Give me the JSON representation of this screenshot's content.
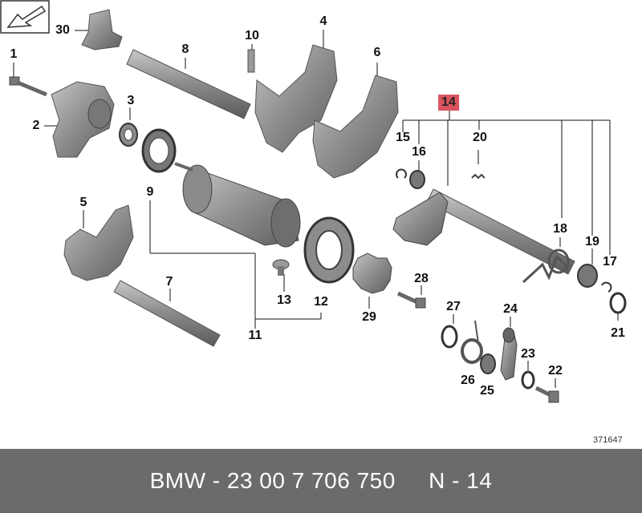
{
  "callouts": [
    "1",
    "2",
    "3",
    "4",
    "5",
    "6",
    "7",
    "8",
    "9",
    "10",
    "11",
    "12",
    "13",
    "14",
    "15",
    "16",
    "17",
    "18",
    "19",
    "20",
    "21",
    "22",
    "23",
    "24",
    "25",
    "26",
    "27",
    "28",
    "29",
    "30"
  ],
  "highlight_callout": "14",
  "diagram_ref": "371647",
  "footer": {
    "text": "BMW - 23 00 7 706 750     N - 14"
  },
  "colors": {
    "part_fill": "#9a9a9a",
    "part_dark": "#6e6e6e",
    "highlight": "#d9545e",
    "footer_bg": "#6b6b6b"
  }
}
